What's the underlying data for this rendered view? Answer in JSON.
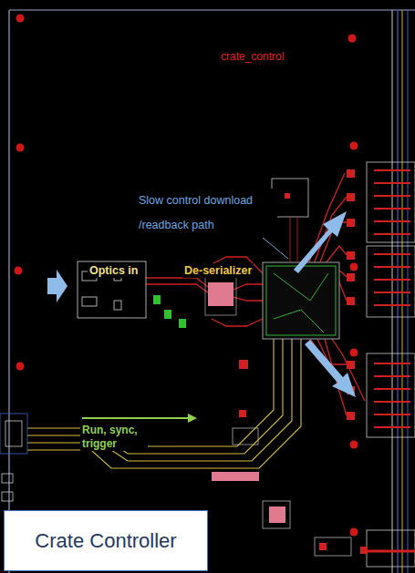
{
  "diagram": {
    "nodes": [
      {
        "text": [
          "Crate Controller"
        ]
      }
    ],
    "labels": [
      "crate_control",
      "Slow control download /readback path",
      "Optics in",
      "De-serializer",
      "Run, sync, trigger"
    ]
  }
}
